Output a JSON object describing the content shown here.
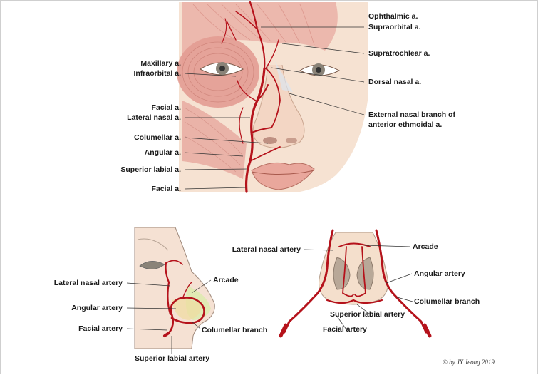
{
  "colors": {
    "artery": "#b5121b",
    "muscle": "#e6a7a0",
    "skin": "#f7e3d4",
    "leader": "#333333"
  },
  "face_labels": {
    "ophthalmic": "Ophthalmic a.",
    "supraorbital": "Supraorbital a.",
    "supratrochlear": "Supratrochlear a.",
    "maxillary": "Maxillary a.",
    "infraorbital": "Infraorbital a.",
    "dorsal_nasal": "Dorsal nasal a.",
    "facial_upper": "Facial a.",
    "lateral_nasal": "Lateral nasal a.",
    "external_nasal_1": "External nasal branch of",
    "external_nasal_2": "anterior ethmoidal a.",
    "columellar": "Columellar a.",
    "angular": "Angular a.",
    "superior_labial": "Superior labial a.",
    "facial_lower": "Facial a."
  },
  "profile_labels": {
    "lateral_nasal": "Lateral nasal artery",
    "arcade": "Arcade",
    "angular": "Angular artery",
    "facial": "Facial artery",
    "columellar": "Columellar branch",
    "superior_labial": "Superior labial artery"
  },
  "base_labels": {
    "lateral_nasal": "Lateral nasal artery",
    "arcade": "Arcade",
    "angular": "Angular artery",
    "columellar": "Columellar branch",
    "superior_labial": "Superior labial artery",
    "facial": "Facial artery"
  },
  "copyright": "© by JY Jeong 2019"
}
